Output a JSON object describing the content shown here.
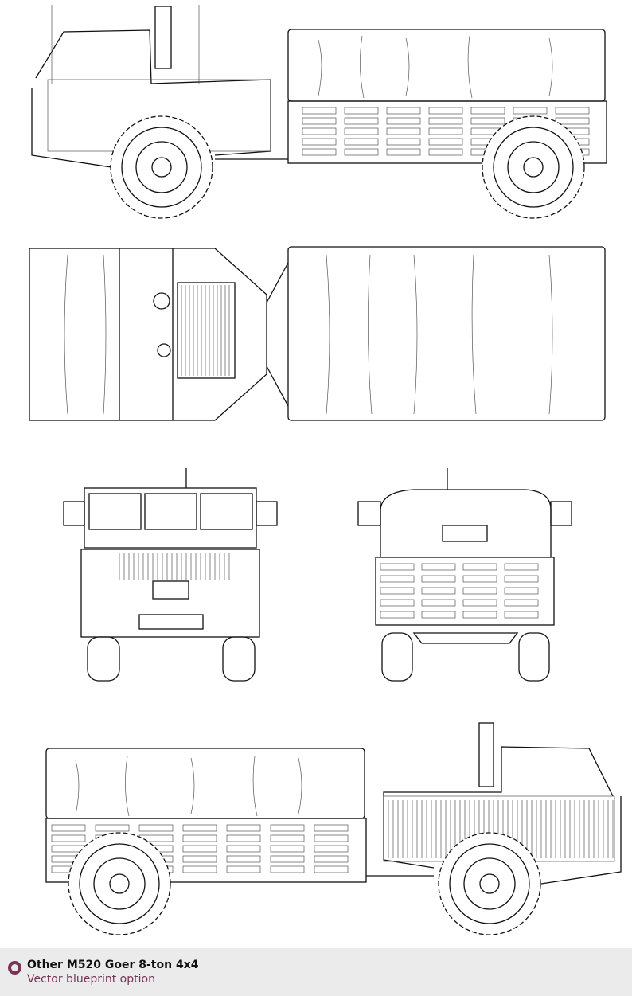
{
  "caption": {
    "title": "Other M520 Goer 8-ton 4x4",
    "subtitle": "Vector blueprint option",
    "icon": "circle-bullet-icon",
    "accent_color": "#7a3358"
  },
  "views": [
    "side-view-left",
    "top-view",
    "front-view",
    "rear-view",
    "side-view-right"
  ]
}
